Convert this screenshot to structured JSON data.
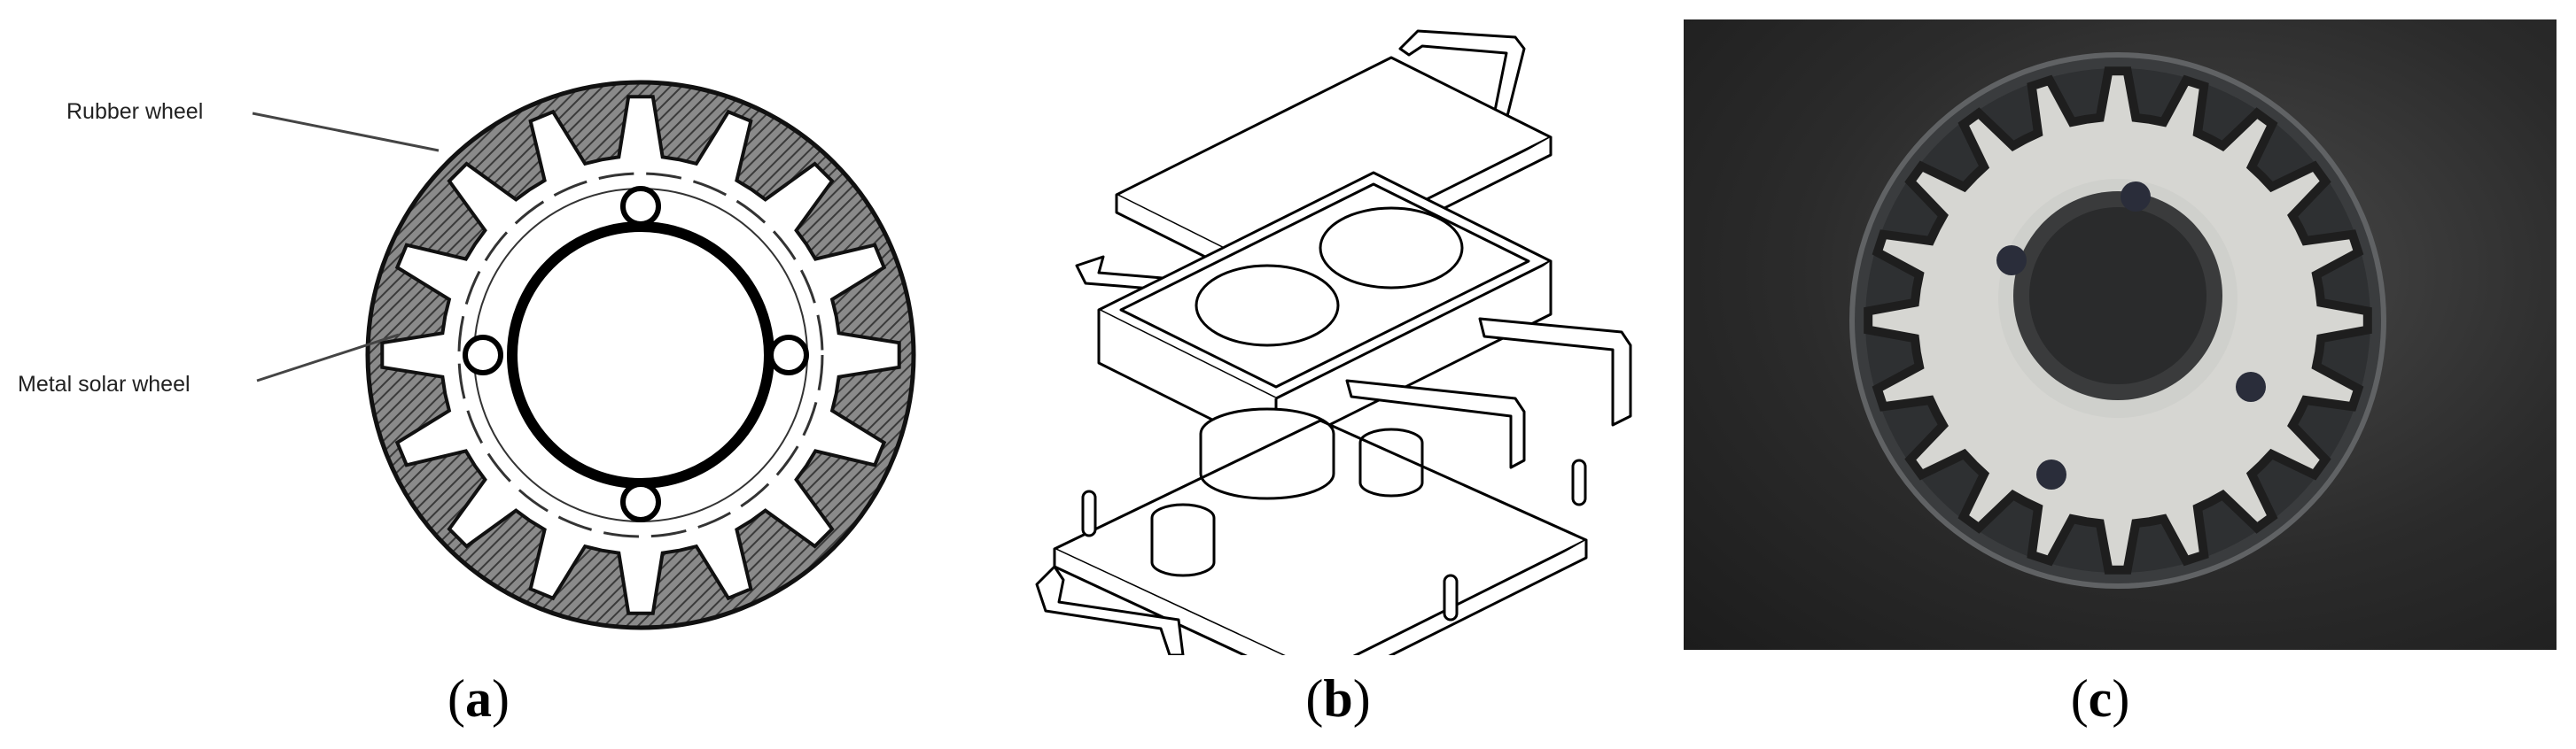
{
  "panel_a": {
    "label_rubber": "Rubber wheel",
    "label_metal": "Metal solar wheel",
    "caption": "a"
  },
  "panel_b": {
    "caption": "b"
  },
  "panel_c": {
    "caption": "c"
  },
  "colors": {
    "hatch": "#5e5e5e",
    "photo_bg": "#2a2a2a",
    "gear_face": "#d6d6d2"
  }
}
